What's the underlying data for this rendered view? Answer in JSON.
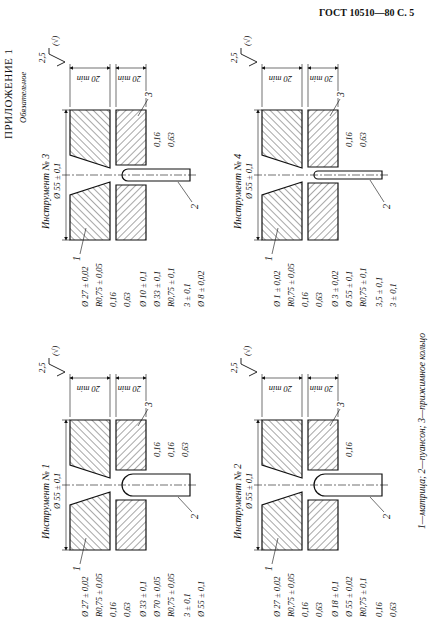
{
  "diagram": {
    "title": "ПРИЛОЖЕНИЕ 1",
    "caption": "1—матрица; 2—пуансон; 3—прижимное кольцо",
    "labels": [
      "ГОСТ 10510—80 С. 5",
      "Обязательное",
      "Инструмент № 1",
      "1",
      "2",
      "3",
      "Ø 55 ± 0,1",
      "Ø 27 ± 0,02",
      "R0,75 ± 0,05",
      "0,16",
      "0,63",
      "Ø 33 ± 0,1",
      "Ø 70 ± 0,05",
      "R0,75 ± 0,05",
      "20 min",
      "20 min",
      "0,16",
      "2,5",
      "(√)",
      "3 ± 0,1",
      "Ø 55 ± 0,1",
      "0,16",
      "0,63",
      "Инструмент № 3",
      "1",
      "2",
      "3",
      "Ø 55 ± 0,1",
      "Ø 27 ± 0,02",
      "R0,75 ± 0,05",
      "0,16",
      "0,63",
      "Ø 10 ± 0,1",
      "Ø 33 ± 0,1",
      "R0,75 ± 0,1",
      "20 min",
      "20 min",
      "0,16",
      "2,5",
      "(√)",
      "3 ± 0,1",
      "Ø 8 ± 0,02",
      "0,63",
      "Инструмент № 2",
      "1",
      "2",
      "3",
      "Ø 55 ± 0,1",
      "Ø 27 ± 0,02",
      "R0,75 ± 0,05",
      "0,16",
      "0,63",
      "Ø 18 ± 0,1",
      "Ø 55 ± 0,02",
      "R0,75 ± 0,1",
      "20 min",
      "20 min",
      "0,16",
      "2,5",
      "(√)",
      "0,16",
      "0,63",
      "Инструмент № 4",
      "1",
      "2",
      "3",
      "Ø 55 ± 0,1",
      "Ø 1 ± 0,02",
      "R0,75 ± 0,05",
      "0,16",
      "0,63",
      "Ø 3 ± 0,02",
      "Ø 55 ± 0,1",
      "R0,75 ± 0,1",
      "20 min",
      "20 min",
      "0,16",
      "2,5",
      "(√)",
      "3,5 ± 0,1",
      "3 ± 0,1",
      "0,63"
    ]
  }
}
